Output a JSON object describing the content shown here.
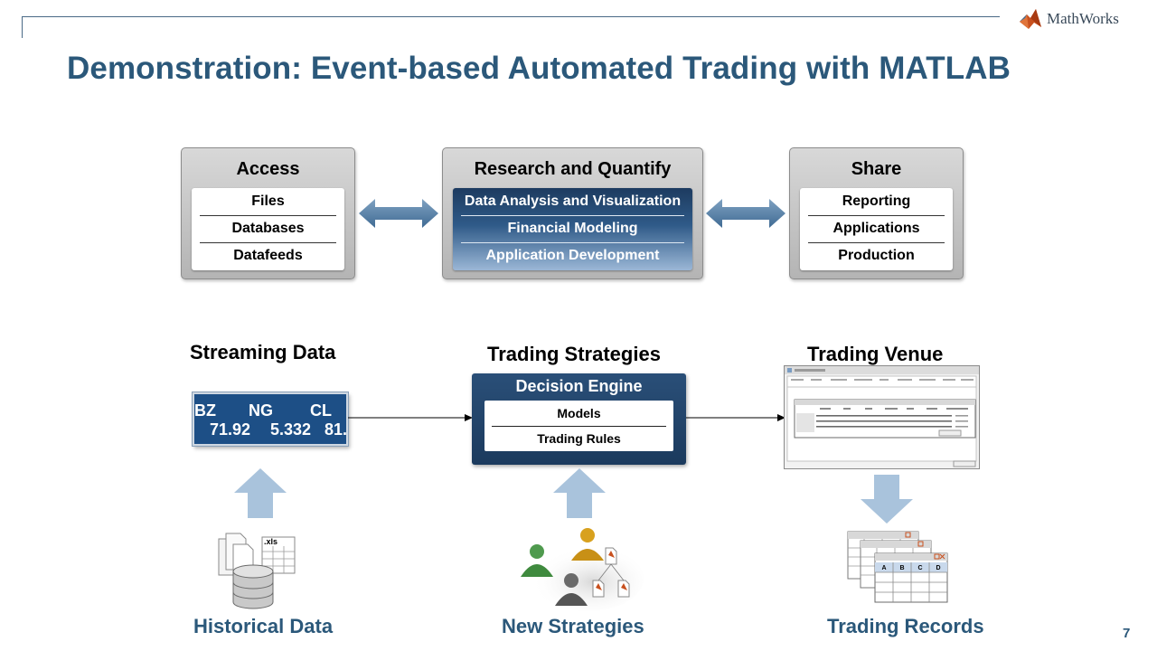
{
  "header": {
    "logo_text": "MathWorks",
    "title": "Demonstration: Event-based Automated Trading with MATLAB"
  },
  "panels": {
    "access": {
      "title": "Access",
      "items": [
        "Files",
        "Databases",
        "Datafeeds"
      ]
    },
    "research": {
      "title": "Research and Quantify",
      "items": [
        "Data Analysis and Visualization",
        "Financial Modeling",
        "Application Development"
      ]
    },
    "share": {
      "title": "Share",
      "items": [
        "Reporting",
        "Applications",
        "Production"
      ]
    }
  },
  "flow": {
    "streaming": {
      "title": "Streaming Data",
      "ticker": {
        "symbols": [
          "BZ",
          "NG",
          "CL"
        ],
        "prices": [
          "71.92",
          "5.332",
          "81."
        ]
      }
    },
    "strategies": {
      "title": "Trading Strategies",
      "engine_title": "Decision Engine",
      "engine_items": [
        "Models",
        "Trading Rules"
      ]
    },
    "venue": {
      "title": "Trading Venue"
    }
  },
  "inputs": {
    "historical": {
      "label": "Historical Data",
      "file_tag": ".xls"
    },
    "new_strategies": {
      "label": "New Strategies"
    },
    "records": {
      "label": "Trading Records",
      "columns": [
        "A",
        "B",
        "C",
        "D"
      ]
    }
  },
  "page_number": "7",
  "colors": {
    "title_blue": "#2b587a",
    "arrow_blue": "#a9c3dc",
    "panel_gray": "#c4c4c4",
    "engine_navy": "#1e4066",
    "ticker_blue": "#1d4f86"
  }
}
